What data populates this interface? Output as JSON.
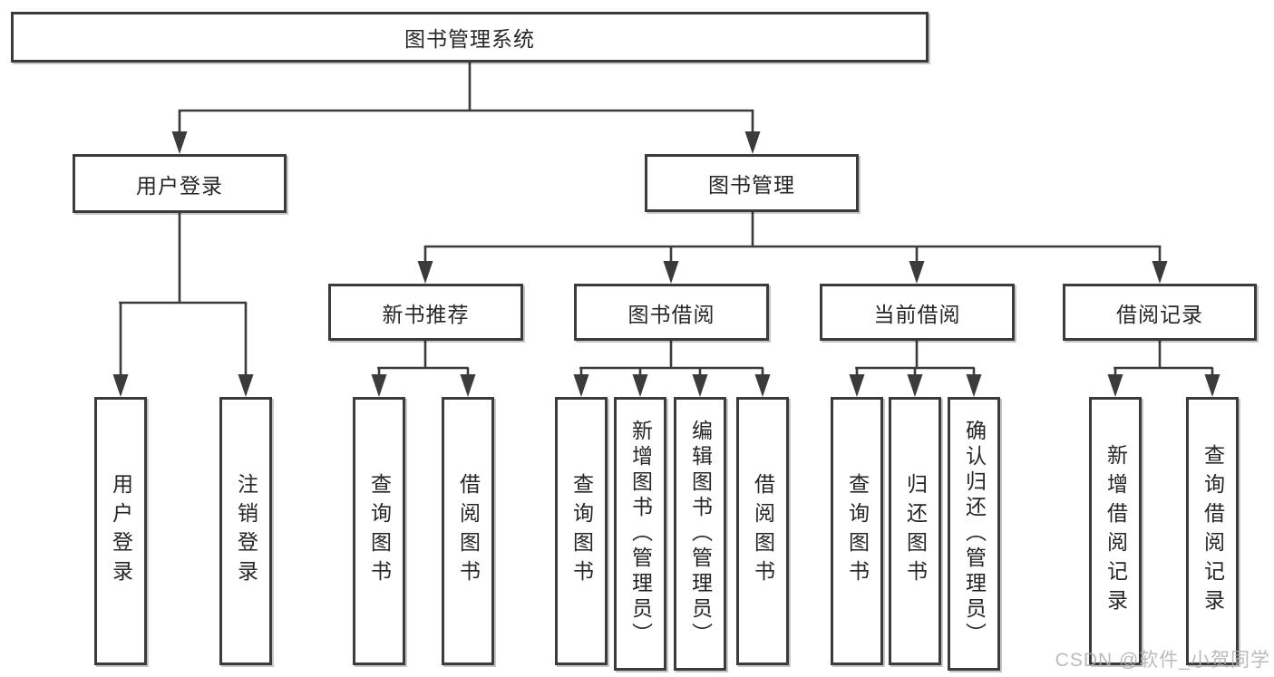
{
  "tree": {
    "root": {
      "label": "图书管理系统",
      "children": [
        {
          "label": "用户登录",
          "children": [
            {
              "label": "用户登录"
            },
            {
              "label": "注销登录"
            }
          ]
        },
        {
          "label": "图书管理",
          "children": [
            {
              "label": "新书推荐",
              "children": [
                {
                  "label": "查询图书"
                },
                {
                  "label": "借阅图书"
                }
              ]
            },
            {
              "label": "图书借阅",
              "children": [
                {
                  "label": "查询图书"
                },
                {
                  "label": "新增图书（管理员）"
                },
                {
                  "label": "编辑图书（管理员）"
                },
                {
                  "label": "借阅图书"
                }
              ]
            },
            {
              "label": "当前借阅",
              "children": [
                {
                  "label": "查询图书"
                },
                {
                  "label": "归还图书"
                },
                {
                  "label": "确认归还（管理员）"
                }
              ]
            },
            {
              "label": "借阅记录",
              "children": [
                {
                  "label": "新增借阅记录"
                },
                {
                  "label": "查询借阅记录"
                }
              ]
            }
          ]
        }
      ]
    }
  },
  "watermark": {
    "text": "CSDN @软件_小贺同学"
  },
  "colors": {
    "line": "#3b3b3b",
    "box_border": "#3b3b3b",
    "box_background": "#ffffff",
    "text": "#262626",
    "watermark": "#afafaf"
  }
}
